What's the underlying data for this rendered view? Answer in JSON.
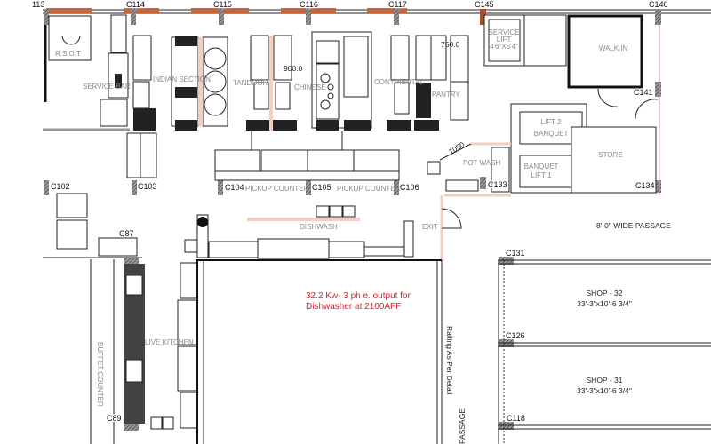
{
  "columns": {
    "c113": "113",
    "c114": "C114",
    "c115": "C115",
    "c116": "C116",
    "c117": "C117",
    "c145": "C145",
    "c146": "C146",
    "c102": "C102",
    "c103": "C103",
    "c104": "C104",
    "c105": "C105",
    "c106": "C106",
    "c133": "C133",
    "c134": "C134",
    "c141": "C141",
    "c131": "C131",
    "c126": "C126",
    "c118": "C118",
    "c87": "C87",
    "c89": "C89"
  },
  "rooms": {
    "rsot": "R.S.O.T",
    "service_bar": "SERVICE BAR",
    "indian_section": "INDIAN SECTION",
    "tandoor": "TANDOOR",
    "chinese": "CHINESE",
    "continental": "CONTINENTAL",
    "pantry": "PANTRY",
    "pickup_counter_1": "PICKUP COUNTER",
    "pickup_counter_2": "PICKUP COUNTER",
    "service_lift": "SERVICE",
    "service_lift_2": "LIFT",
    "service_lift_size": "4'6\"X6'4\"",
    "walk_in": "WALK IN",
    "lift2_line1": "LIFT 2",
    "lift2_line2": "BANQUET",
    "lift1_line1": "BANQUET",
    "lift1_line2": "LIFT 1",
    "store": "STORE",
    "pot_wash": "POT WASH",
    "dishwash": "DISHWASH",
    "exit": "EXIT",
    "wide_passage": "8'-0\" WIDE PASSAGE",
    "shop32": "SHOP - 32",
    "shop32_size": "33'-3\"x10'-6 3/4\"",
    "shop31": "SHOP - 31",
    "shop31_size": "33'-3\"x10'-6 3/4\"",
    "live_kitchen": "LIVE KITCHEN",
    "buffet_counter": "BUFFET COUNTER",
    "railing": "Railing As Per Detail",
    "passage": "PASSAGE"
  },
  "dimensions": {
    "d1": "900.0",
    "d2": "750.0",
    "d3": "1050"
  },
  "note": {
    "line1": "32.2 Kw- 3 ph e. output for",
    "line2": "Dishwasher at 2100AFF",
    "color": "#e0202a"
  }
}
